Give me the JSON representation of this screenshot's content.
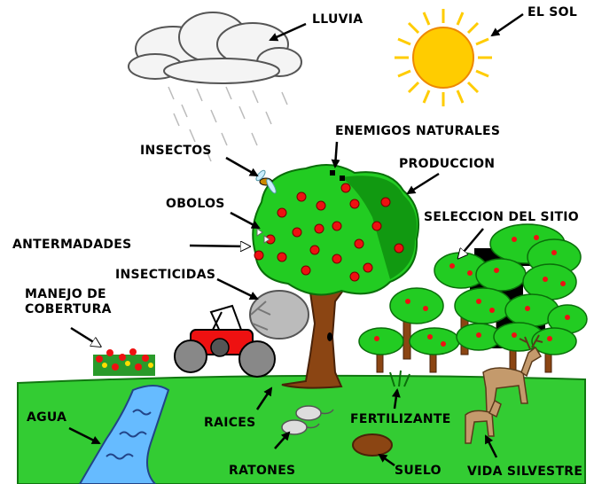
{
  "labels": {
    "lluvia": "LLUVIA",
    "sol": "EL SOL",
    "insectos": "INSECTOS",
    "enemigos": "ENEMIGOS NATURALES",
    "produccion": "PRODUCCION",
    "obolos": "OBOLOS",
    "seleccion": "SELECCION DEL SITIO",
    "antermadades": "ANTERMADADES",
    "insecticidas": "INSECTICIDAS",
    "manejo": "MANEJO DE COBERTURA",
    "agua": "AGUA",
    "raices": "RAICES",
    "fertilizante": "FERTILIZANTE",
    "ratones": "RATONES",
    "suelo": "SUELO",
    "vida": "VIDA SILVESTRE"
  },
  "colors": {
    "ground": "#33cc33",
    "foliage": "#22cc22",
    "fruit": "#ee1111",
    "sun": "#ffcc00",
    "water": "#66bbff",
    "trunk": "#8b4513"
  }
}
